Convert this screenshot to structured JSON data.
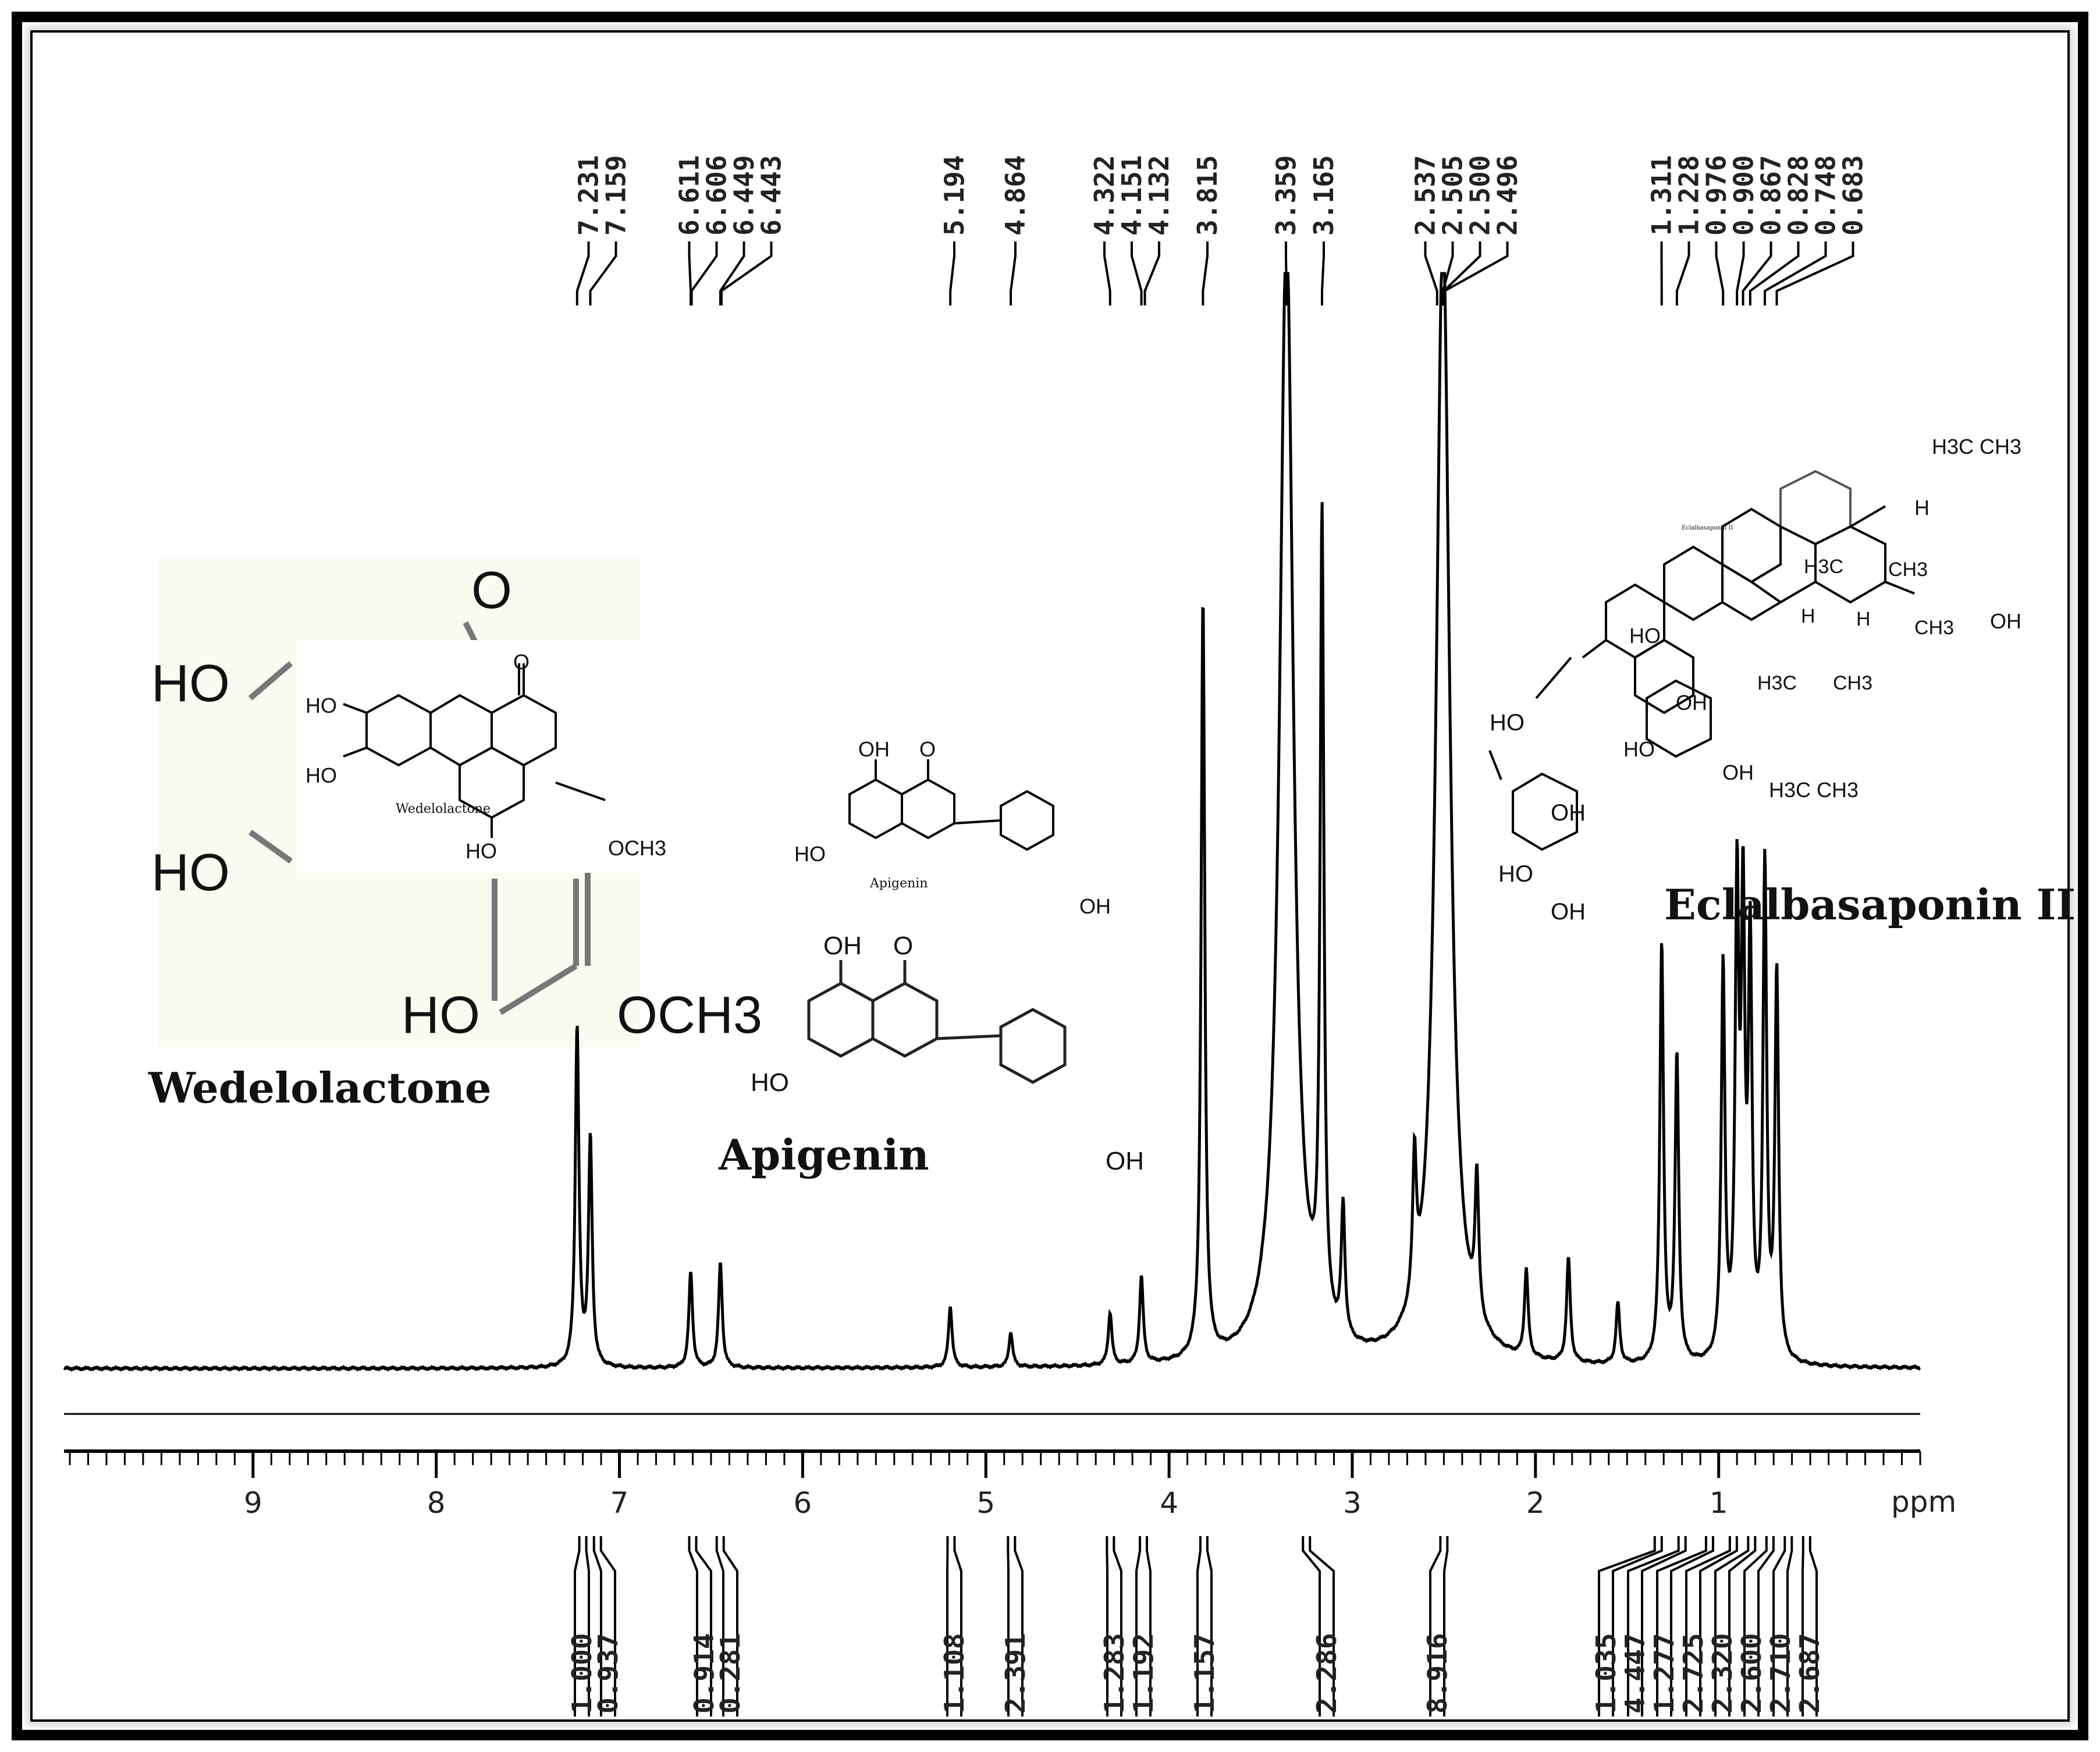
{
  "chart_data": {
    "type": "line",
    "title": "",
    "xlabel": "ppm",
    "ylabel": "",
    "xlim": [
      10.0,
      -0.1
    ],
    "x_axis_reversed": true,
    "x_ticks": [
      "9",
      "8",
      "7",
      "6",
      "5",
      "4",
      "3",
      "2",
      "1"
    ],
    "grid": false,
    "legend": "none",
    "line_color": "#000000",
    "peak_labels": [
      "7.231",
      "7.159",
      "6.611",
      "6.606",
      "6.449",
      "6.443",
      "5.194",
      "4.864",
      "4.322",
      "4.151",
      "4.132",
      "3.815",
      "3.359",
      "3.165",
      "2.537",
      "2.505",
      "2.500",
      "2.496",
      "1.311",
      "1.228",
      "0.976",
      "0.900",
      "0.867",
      "0.828",
      "0.748",
      "0.683"
    ],
    "peaks": [
      {
        "ppm": 7.231,
        "height": 0.39
      },
      {
        "ppm": 7.159,
        "height": 0.26
      },
      {
        "ppm": 6.611,
        "height": 0.11
      },
      {
        "ppm": 6.449,
        "height": 0.12
      },
      {
        "ppm": 5.194,
        "height": 0.07
      },
      {
        "ppm": 4.864,
        "height": 0.04
      },
      {
        "ppm": 4.322,
        "height": 0.06
      },
      {
        "ppm": 4.151,
        "height": 0.1
      },
      {
        "ppm": 3.815,
        "height": 0.87
      },
      {
        "ppm": 3.359,
        "height": 1.3
      },
      {
        "ppm": 3.165,
        "height": 0.92
      },
      {
        "ppm": 3.05,
        "height": 0.15
      },
      {
        "ppm": 2.66,
        "height": 0.16
      },
      {
        "ppm": 2.505,
        "height": 1.3
      },
      {
        "ppm": 2.32,
        "height": 0.16
      },
      {
        "ppm": 2.05,
        "height": 0.1
      },
      {
        "ppm": 1.82,
        "height": 0.12
      },
      {
        "ppm": 1.55,
        "height": 0.07
      },
      {
        "ppm": 1.311,
        "height": 0.48
      },
      {
        "ppm": 1.228,
        "height": 0.35
      },
      {
        "ppm": 0.976,
        "height": 0.45
      },
      {
        "ppm": 0.9,
        "height": 0.52
      },
      {
        "ppm": 0.867,
        "height": 0.49
      },
      {
        "ppm": 0.828,
        "height": 0.46
      },
      {
        "ppm": 0.748,
        "height": 0.56
      },
      {
        "ppm": 0.683,
        "height": 0.44
      }
    ],
    "integrals": [
      {
        "ppm": 7.2,
        "value": "1.000"
      },
      {
        "ppm": 7.12,
        "value": "0.937"
      },
      {
        "ppm": 6.6,
        "value": "0.914"
      },
      {
        "ppm": 6.45,
        "value": "0.281"
      },
      {
        "ppm": 5.19,
        "value": "1.108"
      },
      {
        "ppm": 4.86,
        "value": "2.391"
      },
      {
        "ppm": 4.32,
        "value": "1.283"
      },
      {
        "ppm": 4.14,
        "value": "1.192"
      },
      {
        "ppm": 3.81,
        "value": "1.157"
      },
      {
        "ppm": 3.25,
        "value": "2.286"
      },
      {
        "ppm": 2.5,
        "value": "8.916"
      },
      {
        "ppm": 1.33,
        "value": "1.035"
      },
      {
        "ppm": 1.2,
        "value": "4.447"
      },
      {
        "ppm": 1.05,
        "value": "1.277"
      },
      {
        "ppm": 0.92,
        "value": "2.725"
      },
      {
        "ppm": 0.82,
        "value": "2.320"
      },
      {
        "ppm": 0.72,
        "value": "2.600"
      },
      {
        "ppm": 0.62,
        "value": "2.710"
      },
      {
        "ppm": 0.52,
        "value": "2.687"
      }
    ]
  },
  "compounds": {
    "wedelolactone_name": "Wedelolactone",
    "wedelolactone_small": "Wedelolactone",
    "apigenin_name": "Apigenin",
    "apigenin_small": "Apigenin",
    "eclalbasaponin_name": "Eclalbasaponin II",
    "eclalbasaponin_small": "Eclalbasaponin II",
    "atoms": {
      "ho": "HO",
      "oh": "OH",
      "o": "O",
      "och3": "OCH3",
      "h3c_ch3": "H3C  CH3",
      "ch3": "CH3",
      "h3c": "H3C",
      "h": "H"
    }
  }
}
